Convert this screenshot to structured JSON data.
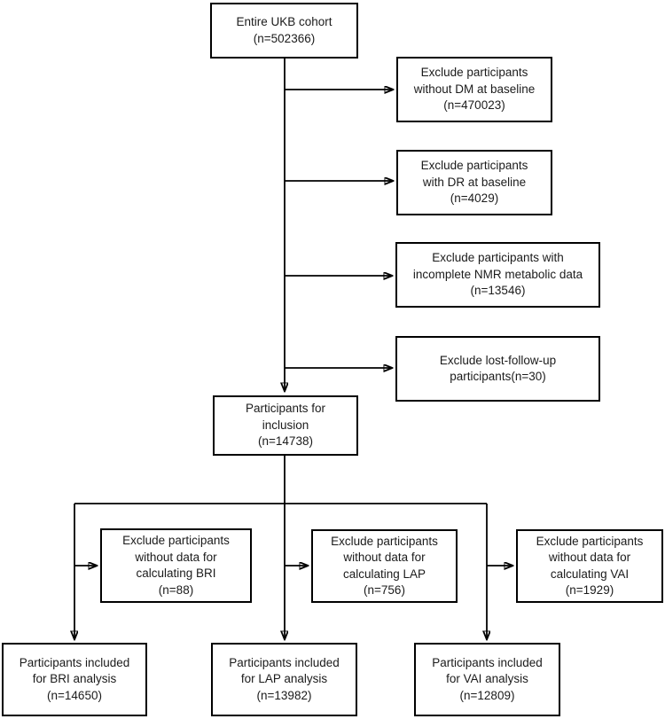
{
  "colors": {
    "background": "#ffffff",
    "box_fill": "#ffffff",
    "box_border": "#000000",
    "connector": "#000000",
    "text": "#1b1b1b"
  },
  "boxes": [
    {
      "id": "cohort",
      "lines": [
        "Entire UKB cohort",
        "(n=502366)"
      ]
    },
    {
      "id": "exclude-dm",
      "lines": [
        "Exclude participants",
        "without DM at baseline",
        "(n=470023)"
      ]
    },
    {
      "id": "exclude-dr",
      "lines": [
        "Exclude participants",
        "with DR at baseline",
        "(n=4029)"
      ]
    },
    {
      "id": "exclude-nmr",
      "lines": [
        "Exclude participants with",
        "incomplete NMR metabolic data",
        "(n=13546)"
      ]
    },
    {
      "id": "exclude-followup",
      "lines": [
        "Exclude lost-follow-up",
        "participants(n=30)"
      ]
    },
    {
      "id": "inclusion",
      "lines": [
        "Participants for",
        "inclusion",
        "(n=14738)"
      ]
    },
    {
      "id": "exclude-bri",
      "lines": [
        "Exclude participants",
        "without data for",
        "calculating BRI",
        "(n=88)"
      ]
    },
    {
      "id": "exclude-lap",
      "lines": [
        "Exclude participants",
        "without data for",
        "calculating LAP",
        "(n=756)"
      ]
    },
    {
      "id": "exclude-vai",
      "lines": [
        "Exclude participants",
        "without data for",
        "calculating VAI",
        "(n=1929)"
      ]
    },
    {
      "id": "result-bri",
      "lines": [
        "Participants included",
        "for BRI analysis",
        "(n=14650)"
      ]
    },
    {
      "id": "result-lap",
      "lines": [
        "Participants included",
        "for LAP analysis",
        "(n=13982)"
      ]
    },
    {
      "id": "result-vai",
      "lines": [
        "Participants included",
        "for VAI analysis",
        "(n=12809)"
      ]
    }
  ]
}
